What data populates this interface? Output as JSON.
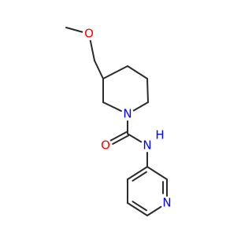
{
  "molecule": {
    "atoms": [
      {
        "id": "c_methyl",
        "label": ""
      },
      {
        "id": "o_ether",
        "label": "O",
        "color": "#ff0000"
      },
      {
        "id": "c_ch2",
        "label": ""
      },
      {
        "id": "c3",
        "label": ""
      },
      {
        "id": "c4",
        "label": ""
      },
      {
        "id": "c5",
        "label": ""
      },
      {
        "id": "c6",
        "label": ""
      },
      {
        "id": "n1",
        "label": "N",
        "color": "#0000ff"
      },
      {
        "id": "c2",
        "label": ""
      },
      {
        "id": "c_carbonyl",
        "label": ""
      },
      {
        "id": "o_carbonyl",
        "label": "O",
        "color": "#ff0000"
      },
      {
        "id": "n_amide",
        "label": "N",
        "color": "#0000ff"
      },
      {
        "id": "h_amide",
        "label": "H",
        "color": "#0000ff"
      },
      {
        "id": "py_c3",
        "label": ""
      },
      {
        "id": "py_c4",
        "label": ""
      },
      {
        "id": "py_c5",
        "label": ""
      },
      {
        "id": "py_c6",
        "label": ""
      },
      {
        "id": "n_pyridine",
        "label": "N",
        "color": "#0000ff"
      },
      {
        "id": "py_c2",
        "label": ""
      }
    ],
    "bonds": [
      {
        "a": "c_methyl",
        "b": "o_ether",
        "order": 1
      },
      {
        "a": "o_ether",
        "b": "c_ch2",
        "order": 1
      },
      {
        "a": "c_ch2",
        "b": "c3",
        "order": 1
      },
      {
        "a": "c3",
        "b": "c4",
        "order": 1
      },
      {
        "a": "c4",
        "b": "c5",
        "order": 1
      },
      {
        "a": "c5",
        "b": "c6",
        "order": 1
      },
      {
        "a": "c6",
        "b": "n1",
        "order": 1
      },
      {
        "a": "n1",
        "b": "c2",
        "order": 1
      },
      {
        "a": "c2",
        "b": "c3",
        "order": 1
      },
      {
        "a": "n1",
        "b": "c_carbonyl",
        "order": 1
      },
      {
        "a": "c_carbonyl",
        "b": "o_carbonyl",
        "order": 2
      },
      {
        "a": "c_carbonyl",
        "b": "n_amide",
        "order": 1
      },
      {
        "a": "n_amide",
        "b": "py_c3",
        "order": 1
      },
      {
        "a": "py_c3",
        "b": "py_c4",
        "order": 2
      },
      {
        "a": "py_c4",
        "b": "py_c5",
        "order": 1
      },
      {
        "a": "py_c5",
        "b": "py_c6",
        "order": 2
      },
      {
        "a": "py_c6",
        "b": "n_pyridine",
        "order": 1
      },
      {
        "a": "n_pyridine",
        "b": "py_c2",
        "order": 2
      },
      {
        "a": "py_c2",
        "b": "py_c3",
        "order": 1
      }
    ]
  }
}
